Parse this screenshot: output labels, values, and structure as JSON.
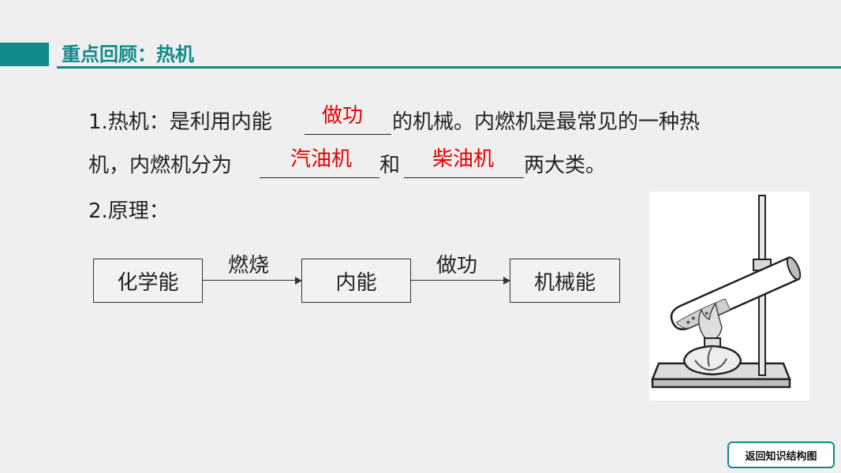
{
  "header": {
    "title": "重点回顾：热机"
  },
  "q1": {
    "part1": "1.热机：是利用内能",
    "answer1": "做功",
    "part2": "的机械。内燃机是最常见的一种热",
    "part3": "机，内燃机分为",
    "answer2": "汽油机",
    "part4": "和",
    "answer3": "柴油机",
    "part5": "两大类。"
  },
  "q2": {
    "label": "2.原理："
  },
  "flow": {
    "box1": "化学能",
    "arrow1": "燃烧",
    "box2": "内能",
    "arrow2": "做功",
    "box3": "机械能"
  },
  "footer": {
    "back_label": "返回知识结构图"
  }
}
